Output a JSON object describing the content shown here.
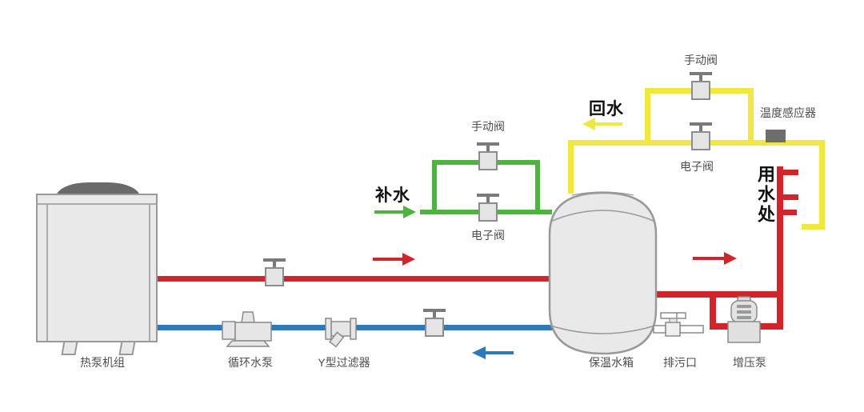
{
  "colors": {
    "hot_water_red": "#d4242b",
    "cold_water_blue": "#2e79b8",
    "makeup_green": "#4eb33f",
    "return_yellow": "#efe93f",
    "equipment_fill": "#e9e9e9",
    "equipment_stroke": "#999999",
    "valve_handle_gray": "#7a7a7a",
    "sensor_gray": "#6d6d6d",
    "label_gray": "#4d4d4d",
    "flow_label_black": "#111111"
  },
  "equipment": {
    "heat_pump": {
      "label": "热泵机组"
    },
    "circulation_pump": {
      "label": "循环水泵"
    },
    "y_strainer": {
      "label": "Y型过滤器"
    },
    "storage_tank": {
      "label": "保温水箱"
    },
    "drain_outlet": {
      "label": "排污口"
    },
    "booster_pump": {
      "label": "增压泵"
    },
    "temperature_sensor": {
      "label": "温度感应器"
    }
  },
  "flows": {
    "makeup_water": {
      "label": "补水"
    },
    "return_water": {
      "label": "回水"
    },
    "water_use_point": {
      "label": "用水处"
    }
  },
  "valves": {
    "makeup_manual": {
      "label": "手动阀"
    },
    "makeup_electronic": {
      "label": "电子阀"
    },
    "return_manual": {
      "label": "手动阀"
    },
    "return_electronic": {
      "label": "电子阀"
    }
  }
}
